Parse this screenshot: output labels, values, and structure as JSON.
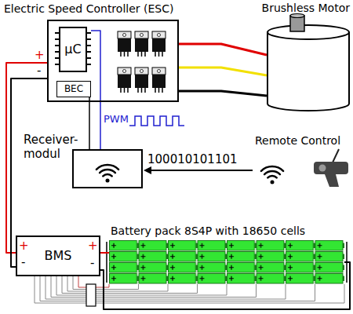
{
  "diagram": {
    "nodes": [
      {
        "text": [
          "Electric Speed Controller (ESC)"
        ]
      },
      {
        "text": [
          "µC"
        ],
        "in": 0
      },
      {
        "text": [
          "BEC"
        ],
        "in": 0
      },
      {
        "text": [
          "Brushless Motor"
        ]
      },
      {
        "text": [
          "Receiver- modul"
        ]
      },
      {
        "text": [
          "BMS"
        ]
      },
      {
        "text": [
          "Battery pack 8S4P with 18650 cells"
        ]
      }
    ],
    "edges": [
      {
        "from": 0,
        "to": 3,
        "arrow": "none"
      },
      {
        "from": 0,
        "to": 3,
        "arrow": "none"
      },
      {
        "from": 0,
        "to": 3,
        "arrow": "none"
      },
      {
        "from": 1,
        "to": 4,
        "label": "PWM",
        "arrow": "none"
      },
      {
        "from": 2,
        "to": 4,
        "arrow": "none"
      },
      {
        "from": 5,
        "to": 0,
        "arrow": "none"
      },
      {
        "from": 5,
        "to": 0,
        "arrow": "none"
      },
      {
        "from": 5,
        "to": 6,
        "arrow": "none"
      },
      {
        "from": 5,
        "to": 6,
        "arrow": "none"
      }
    ],
    "labels": [
      "+",
      "-",
      "+",
      "-",
      "+",
      "-",
      "100010101101",
      "Remote Control"
    ]
  }
}
